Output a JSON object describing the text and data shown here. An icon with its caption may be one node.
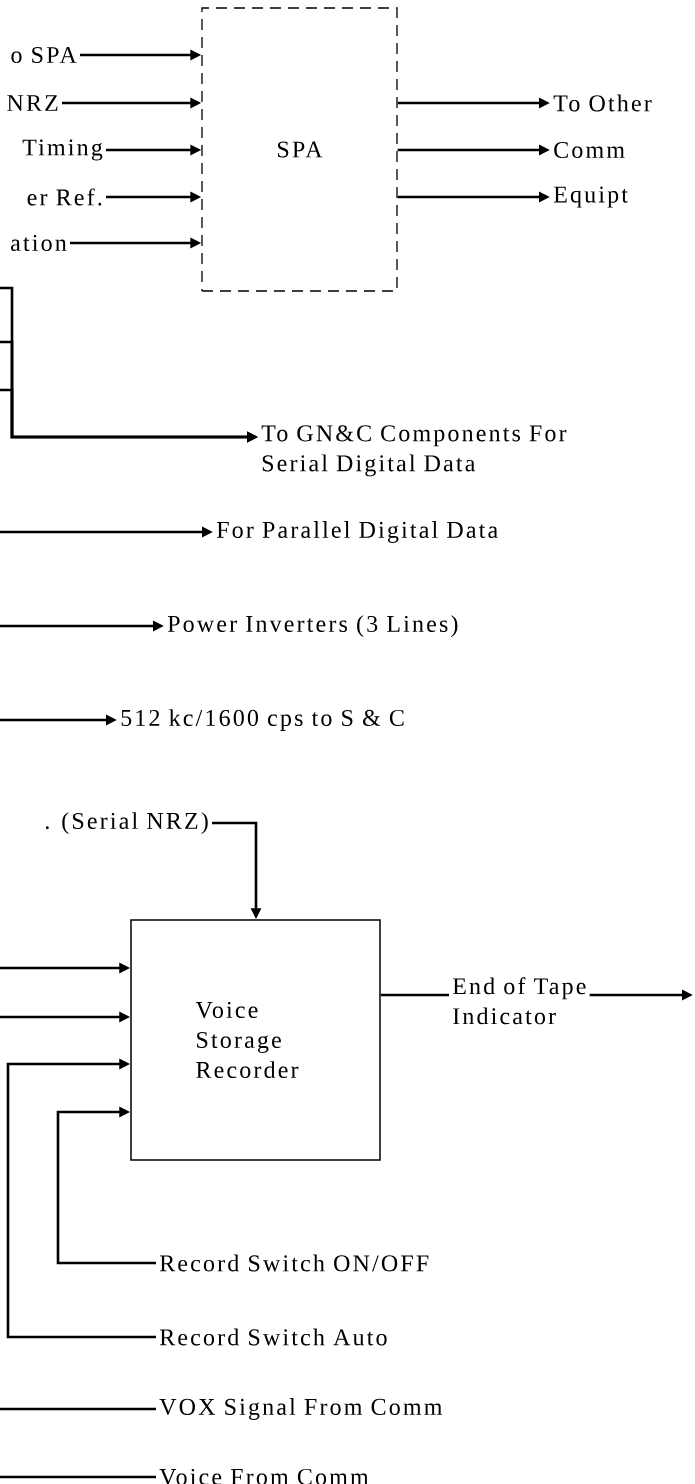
{
  "diagram": {
    "nodes": [
      {
        "text": [
          "SPA"
        ]
      },
      {
        "text": [
          "o SPA"
        ]
      },
      {
        "text": [
          "NRZ"
        ]
      },
      {
        "text": [
          "Timing"
        ]
      },
      {
        "text": [
          "er Ref."
        ]
      },
      {
        "text": [
          "ation"
        ]
      },
      {
        "text": [
          "To Other"
        ]
      },
      {
        "text": [
          "Comm"
        ]
      },
      {
        "text": [
          "Equipt"
        ]
      },
      {
        "text": [
          "To GN&C Components For Serial Digital Data"
        ]
      },
      {
        "text": [
          "For Parallel Digital Data"
        ]
      },
      {
        "text": [
          "Power Inverters (3 Lines)"
        ]
      },
      {
        "text": [
          "512 kc/1600 cps to S & C"
        ]
      },
      {
        "text": [
          ". (Serial NRZ)"
        ]
      },
      {
        "text": [
          "Voice Storage Recorder"
        ]
      },
      {
        "text": [
          "End of Tape Indicator"
        ]
      },
      {
        "text": [
          "Record Switch ON/OFF"
        ]
      },
      {
        "text": [
          "Record Switch Auto"
        ]
      },
      {
        "text": [
          "VOX Signal From Comm"
        ]
      },
      {
        "text": [
          "Voice From Comm"
        ]
      }
    ],
    "edges": [
      {
        "from": 1,
        "to": 0,
        "arrow": "to"
      },
      {
        "from": 2,
        "to": 0,
        "arrow": "to"
      },
      {
        "from": 3,
        "to": 0,
        "arrow": "to"
      },
      {
        "from": 4,
        "to": 0,
        "arrow": "to"
      },
      {
        "from": 5,
        "to": 0,
        "arrow": "to"
      },
      {
        "from": 0,
        "to": 6,
        "arrow": "to"
      },
      {
        "from": 0,
        "to": 7,
        "arrow": "to"
      },
      {
        "from": 0,
        "to": 8,
        "arrow": "to"
      },
      {
        "from": null,
        "to": 9,
        "arrow": "to"
      },
      {
        "from": null,
        "to": 9,
        "arrow": "to"
      },
      {
        "from": null,
        "to": 9,
        "arrow": "to"
      },
      {
        "from": null,
        "to": 10,
        "arrow": "to"
      },
      {
        "from": null,
        "to": 11,
        "arrow": "to"
      },
      {
        "from": null,
        "to": 12,
        "arrow": "to"
      },
      {
        "from": 13,
        "to": 14,
        "arrow": "to"
      },
      {
        "from": null,
        "to": 14,
        "arrow": "to"
      },
      {
        "from": null,
        "to": 14,
        "arrow": "to"
      },
      {
        "from": 17,
        "to": 14,
        "arrow": "to"
      },
      {
        "from": 16,
        "to": 14,
        "arrow": "to"
      },
      {
        "from": 14,
        "to": 15,
        "arrow": "none"
      },
      {
        "from": 15,
        "to": null,
        "arrow": "to"
      },
      {
        "from": 18,
        "to": null,
        "arrow": "none"
      },
      {
        "from": 19,
        "to": null,
        "arrow": "none"
      }
    ]
  }
}
